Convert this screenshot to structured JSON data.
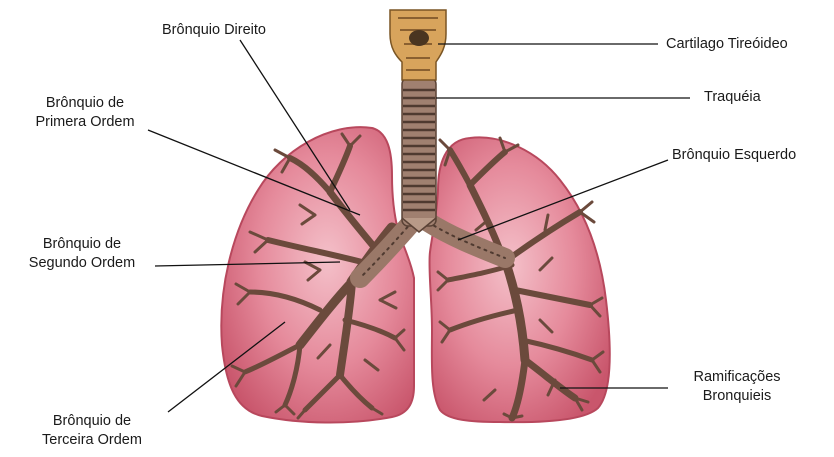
{
  "labels": {
    "bronquio_direito": "Brônquio Direito",
    "cartilago_tireoideo": "Cartilago Tireóideo",
    "traqueia": "Traquéia",
    "bronquio_esquerdo": "Brônquio Esquerdo",
    "primeira_ordem_l1": "Brônquio de",
    "primeira_ordem_l2": "Primera Ordem",
    "segunda_ordem_l1": "Brônquio de",
    "segunda_ordem_l2": "Segundo Ordem",
    "terceira_ordem_l1": "Brônquio de",
    "terceira_ordem_l2": "Terceira Ordem",
    "ramificacoes_l1": "Ramificações",
    "ramificacoes_l2": "Bronquieis"
  },
  "colors": {
    "lung_fill": "#e37a8c",
    "lung_edge": "#b8485d",
    "lung_highlight": "#f3b3bf",
    "bronchi": "#6b4a3c",
    "trachea": "#a08070",
    "trachea_ring": "#4f3a30",
    "cartilage": "#d8a45c",
    "leader_line": "#111111"
  }
}
